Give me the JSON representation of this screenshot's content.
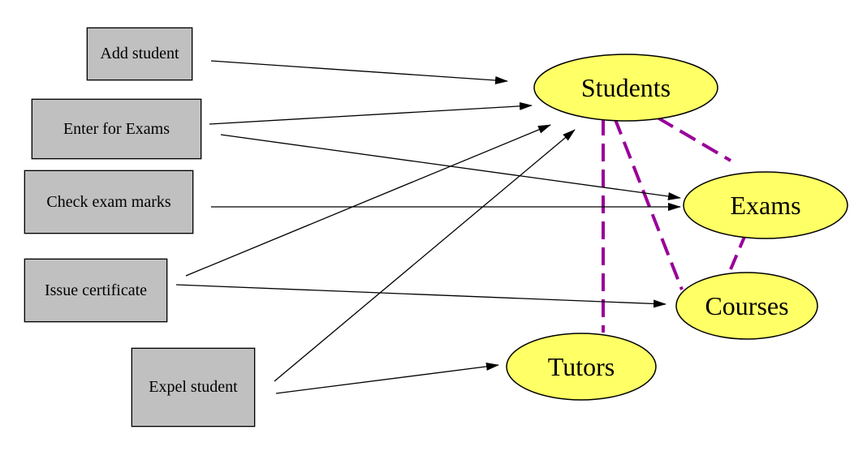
{
  "processes": {
    "add_student": "Add student",
    "enter_for_exams": "Enter for Exams",
    "check_exam_marks": "Check exam marks",
    "issue_certificate": "Issue certificate",
    "expel_student": "Expel student"
  },
  "entities": {
    "students": "Students",
    "exams": "Exams",
    "courses": "Courses",
    "tutors": "Tutors"
  },
  "colors": {
    "process_fill": "#c0c0c0",
    "entity_fill": "#ffff66",
    "relationship_line": "#990099",
    "arrow": "#000000"
  }
}
